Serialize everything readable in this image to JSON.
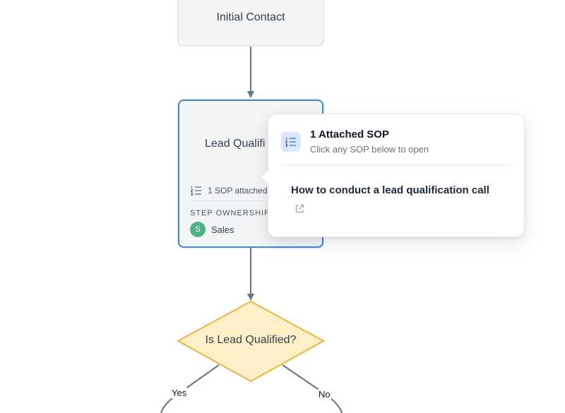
{
  "flow": {
    "initial_contact": {
      "label": "Initial Contact"
    },
    "lead_qualification": {
      "label": "Lead Qualifi",
      "sop_attached": "1 SOP attached",
      "ownership_title": "STEP OWNERSHIP",
      "owner": {
        "initial": "S",
        "name": "Sales",
        "color": "#4fb287"
      }
    },
    "decision": {
      "label": "Is Lead Qualified?"
    },
    "edges": {
      "yes": "Yes",
      "no": "No"
    }
  },
  "popover": {
    "title": "1 Attached SOP",
    "subtitle": "Click any SOP below to open",
    "sops": [
      {
        "title": "How to conduct a lead qualification call",
        "icon": "external-link-icon"
      }
    ]
  },
  "colors": {
    "selected_border": "#4a86d8",
    "decision_fill": "#fdf0c8",
    "decision_stroke": "#f0b43a",
    "edge": "#6b7280"
  }
}
